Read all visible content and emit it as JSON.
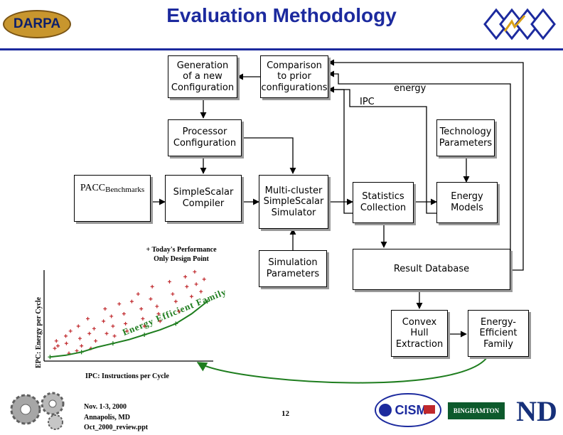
{
  "slide": {
    "title": "Evaluation Methodology",
    "logo_left": "DARPA",
    "page_number": "12",
    "footer": {
      "date": "Nov. 1-3, 2000",
      "location": "Annapolis, MD",
      "file": "Oct_2000_review.ppt"
    },
    "logos_bottom": [
      "CISM",
      "BINGHAMTON",
      "ND"
    ]
  },
  "diagram": {
    "boxes": {
      "generation": "Generation\nof a new\nConfiguration",
      "comparison": "Comparison\nto prior\nconfigurations",
      "processor_config": "Processor\nConfiguration",
      "technology": "Technology\nParameters",
      "pacc_title": "PACC",
      "pacc_sub": "Benchmarks",
      "compiler": "SimpleScalar\nCompiler",
      "simulator": "Multi-cluster\nSimpleScalar\nSimulator",
      "statistics": "Statistics\nCollection",
      "energy_models": "Energy\nModels",
      "sim_params": "Simulation\nParameters",
      "result_db": "Result Database",
      "convex_hull": "Convex\nHull\nExtraction",
      "energy_family": "Energy-\nEfficient\nFamily"
    },
    "labels": {
      "energy": "energy",
      "ipc": "IPC"
    }
  },
  "plot": {
    "annotation": "+ Today's Performance\nOnly Design Point",
    "ylabel": "EPC: Energy per Cycle",
    "xlabel": "IPC: Instructions per Cycle",
    "family_label": "Energy Efficient Family"
  },
  "colors": {
    "title": "#1c2a9e",
    "points": "#c0282c",
    "family": "#1e7d1e",
    "box_shadow": "#9a9a9a"
  },
  "chart_data": {
    "type": "scatter",
    "xlabel": "IPC: Instructions per Cycle",
    "ylabel": "EPC: Energy per Cycle",
    "series": [
      {
        "name": "",
        "x": [
          0.25,
          0.3,
          0.35,
          0.6,
          0.62,
          0.7,
          0.75,
          0.95,
          1.0,
          1.05,
          1.1,
          1.3,
          1.35,
          1.4,
          1.5,
          1.55,
          1.8,
          1.85,
          1.9,
          2.05,
          2.1,
          2.15,
          2.3,
          2.45,
          2.5,
          2.55,
          2.7,
          2.9,
          3.0,
          3.05,
          3.1,
          3.3,
          3.35,
          3.5,
          3.55,
          3.6,
          3.9,
          4.0,
          4.1,
          4.2,
          4.4,
          4.45,
          4.6,
          4.7,
          4.75,
          4.9,
          5.0
        ],
        "y": [
          0.4,
          0.7,
          0.5,
          0.9,
          0.6,
          0.2,
          1.1,
          0.3,
          1.3,
          0.8,
          0.5,
          1.6,
          1.0,
          0.4,
          1.2,
          0.7,
          1.5,
          2.0,
          1.0,
          1.7,
          1.3,
          0.9,
          2.2,
          1.8,
          1.4,
          1.1,
          2.3,
          2.6,
          2.0,
          1.6,
          1.3,
          2.4,
          2.9,
          2.1,
          1.8,
          1.5,
          3.1,
          2.6,
          2.3,
          1.9,
          3.3,
          2.9,
          2.5,
          3.5,
          3.0,
          2.7,
          3.2
        ]
      },
      {
        "name": "Energy Efficient Family",
        "x": [
          0.1,
          0.6,
          1.1,
          1.6,
          2.1,
          2.6,
          3.1,
          3.6,
          4.1,
          4.6,
          5.1
        ],
        "y": [
          0.05,
          0.12,
          0.25,
          0.45,
          0.6,
          0.75,
          0.95,
          1.15,
          1.4,
          1.8,
          2.3
        ]
      }
    ]
  }
}
